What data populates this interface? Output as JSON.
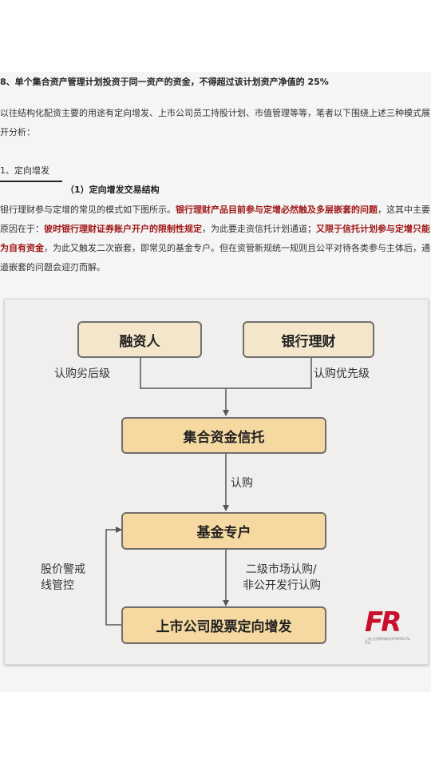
{
  "rule8": "8、单个集合资产管理计划投资于同一资产的资金，不得超过该计划资产净值的 25%",
  "intro": "以往结构化配资主要的用途有定向增发、上市公司员工持股计划、市值管理等等，笔者以下围绕上述三种模式展开分析：",
  "section": {
    "title": "1、定向增发",
    "subtitle": "（1）定向增发交易结构"
  },
  "body": {
    "p1": "银行理财参与定增的常见的模式如下图所示。",
    "h1": "银行理财产品目前参与定增必然触及多层嵌套的问题",
    "p2": "，这其中主要原因在于：",
    "h2": "彼时银行理财证券账户开户的限制性规定",
    "p3": "，为此要走资信托计划通道；",
    "h3": "又限于信托计划参与定增只能为自有资金",
    "p4": "，为此又触发二次嵌套，即常见的基金专户。但在资管新规统一规则且公平对待各类参与主体后，通道嵌套的问题会迎刃而解。"
  },
  "diagram": {
    "nodes": {
      "rongziren": "融资人",
      "yinhang": "银行理财",
      "xintuo": "集合资金信托",
      "jijin": "基金专户",
      "dingzeng": "上市公司股票定向增发"
    },
    "labels": {
      "liehou": "认购劣后级",
      "youxian": "认购优先级",
      "rengou": "认购",
      "guanjing_1": "股价警戒",
      "guanjing_2": "线管控",
      "erji_1": "二级市场认购/",
      "erji_2": "非公开发行认购"
    },
    "colors": {
      "top_box": "#f3e6cb",
      "mid_box": "#f6d9a0",
      "border": "#6f6f6f",
      "logo": "#c8102e"
    },
    "logo": {
      "text_f": "F",
      "text_r": "R",
      "sub": "上海立信律师事务所FINANCIAL LTD"
    }
  }
}
